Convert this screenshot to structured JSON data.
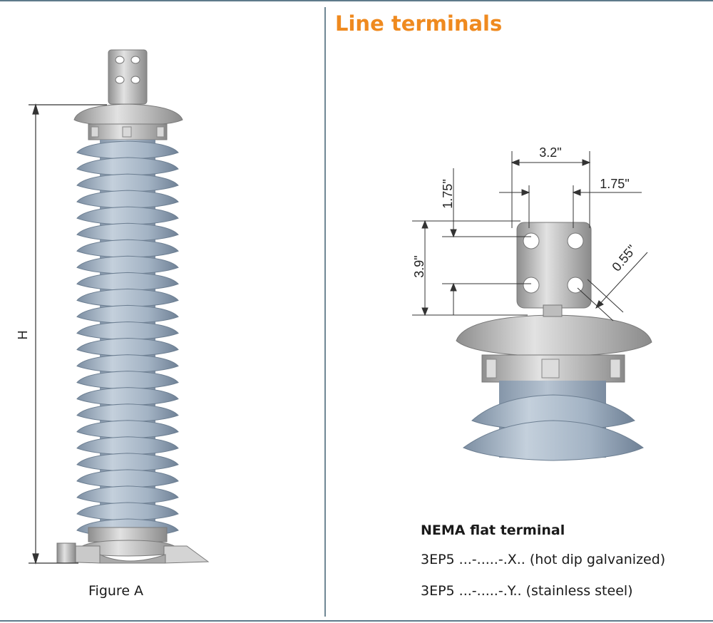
{
  "left_panel": {
    "dimension_label": "H",
    "caption": "Figure A"
  },
  "right_panel": {
    "heading": "Line terminals",
    "dimensions": {
      "width_total": "3.2\"",
      "width_half": "1.75\"",
      "height_half": "1.75\"",
      "height_total": "3.9\"",
      "hole_diameter": "0.55\""
    },
    "spec": {
      "title": "NEMA flat terminal",
      "lines": [
        "3EP5 ...-.....-.X.. (hot dip galvanized)",
        "3EP5 ...-.....-.Y.. (stainless steel)"
      ]
    }
  },
  "colors": {
    "heading": "#ef8a1f",
    "porcelain": "#9fb0c2",
    "metal": "#b8b8b8",
    "rule": "#5e7a8a"
  }
}
